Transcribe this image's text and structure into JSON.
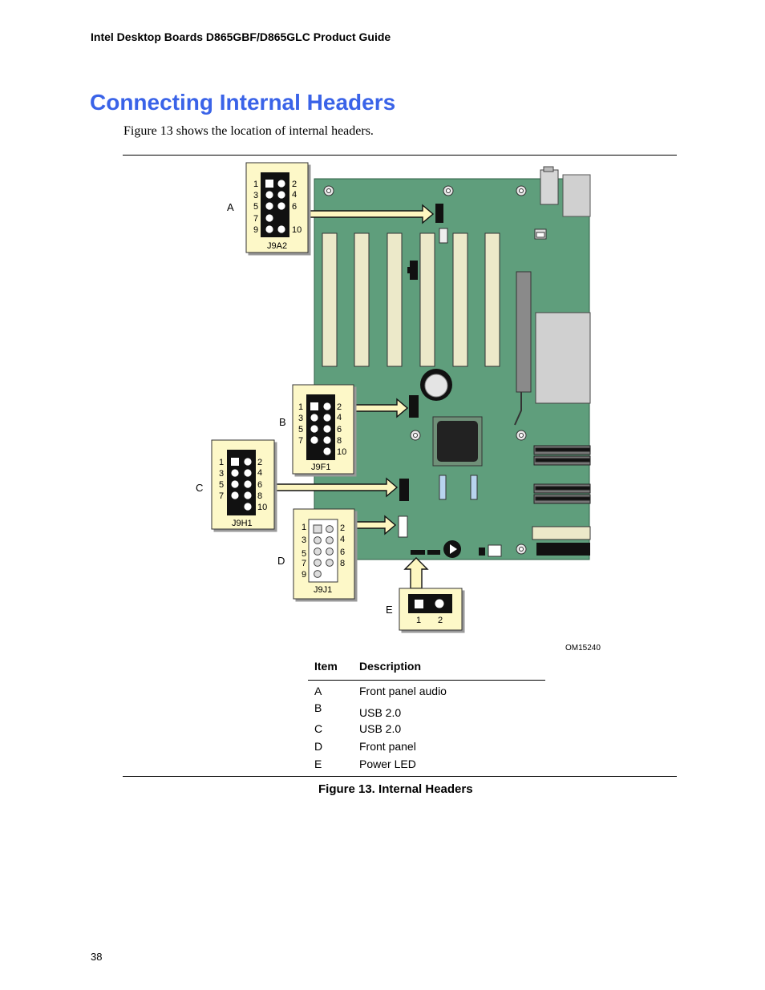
{
  "header": {
    "running_title": "Intel Desktop Boards D865GBF/D865GLC Product Guide"
  },
  "section": {
    "title": "Connecting Internal Headers"
  },
  "intro": "Figure 13 shows the location of internal headers.",
  "figure": {
    "callouts": [
      "A",
      "B",
      "C",
      "D",
      "E"
    ],
    "headers": {
      "j9a2": {
        "name": "J9A2",
        "left_pins": [
          "1",
          "3",
          "5",
          "7",
          "9"
        ],
        "right_pins": [
          "2",
          "4",
          "6",
          "",
          "10"
        ]
      },
      "j9f1": {
        "name": "J9F1",
        "left_pins": [
          "1",
          "3",
          "5",
          "7"
        ],
        "right_pins": [
          "2",
          "4",
          "6",
          "8",
          "10"
        ]
      },
      "j9h1": {
        "name": "J9H1",
        "left_pins": [
          "1",
          "3",
          "5",
          "7"
        ],
        "right_pins": [
          "2",
          "4",
          "6",
          "8",
          "10"
        ]
      },
      "j9j1": {
        "name": "J9J1",
        "left_pins": [
          "1",
          "3",
          "5",
          "7",
          "9"
        ],
        "right_pins": [
          "2",
          "4",
          "6",
          "8"
        ]
      },
      "power_led": {
        "pins": [
          "1",
          "2"
        ]
      }
    },
    "code": "OM15240"
  },
  "table": {
    "columns": [
      "Item",
      "Description"
    ],
    "rows": [
      {
        "item": "A",
        "description": "Front panel audio"
      },
      {
        "item": "B",
        "description": "USB 2.0"
      },
      {
        "item": "C",
        "description": "USB 2.0"
      },
      {
        "item": "D",
        "description": "Front panel"
      },
      {
        "item": "E",
        "description": "Power LED"
      }
    ]
  },
  "caption": "Figure 13.  Internal Headers",
  "page_number": "38",
  "colors": {
    "title": "#3a63e8",
    "board": "#5f9e7c",
    "callout_box": "#fdf8c8",
    "callout_arrow": "#fdf6c0",
    "slot": "#ece9c9"
  }
}
